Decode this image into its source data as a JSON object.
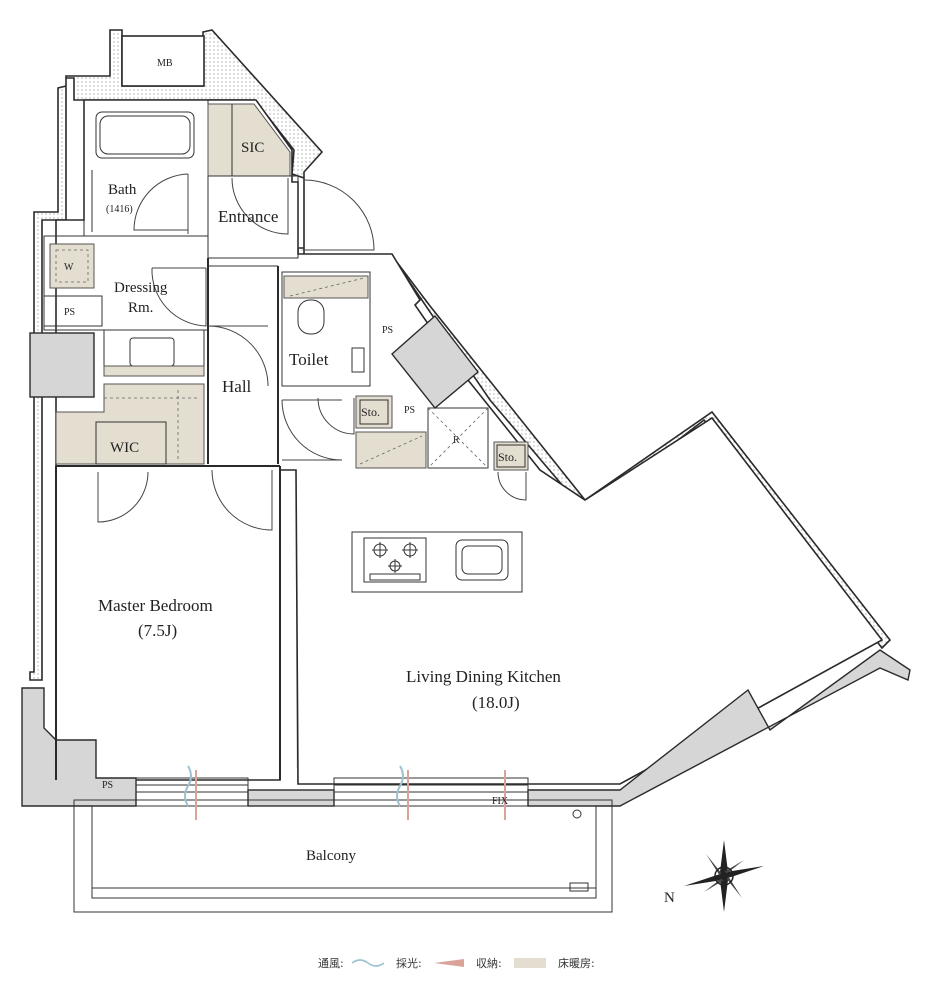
{
  "rooms": {
    "mb": "MB",
    "sic": "SIC",
    "bath": "Bath",
    "bath_size": "(1416)",
    "entrance": "Entrance",
    "washer": "W",
    "dressing_1": "Dressing",
    "dressing_2": "Rm.",
    "ps_top": "PS",
    "ps_left": "PS",
    "ps_mid": "PS",
    "ps_bottom": "PS",
    "toilet": "Toilet",
    "hall": "Hall",
    "sto_1": "Sto.",
    "sto_2": "Sto.",
    "fridge": "R",
    "wic": "WIC",
    "master_bedroom": "Master Bedroom",
    "master_bedroom_size": "(7.5J)",
    "ldk": "Living Dining Kitchen",
    "ldk_size": "(18.0J)",
    "balcony": "Balcony",
    "fix": "FIX"
  },
  "compass": {
    "north": "N"
  },
  "legend": {
    "ventilation": "通風:",
    "daylight": "採光:",
    "storage": "収納:",
    "floor_heating": "床暖房:"
  },
  "colors": {
    "storage": "#e3ded0",
    "floor_heating": "#ececec",
    "ventilation": "#9cc3cf",
    "daylight": "#d9a39a",
    "shaft": "#d6d6d6"
  }
}
